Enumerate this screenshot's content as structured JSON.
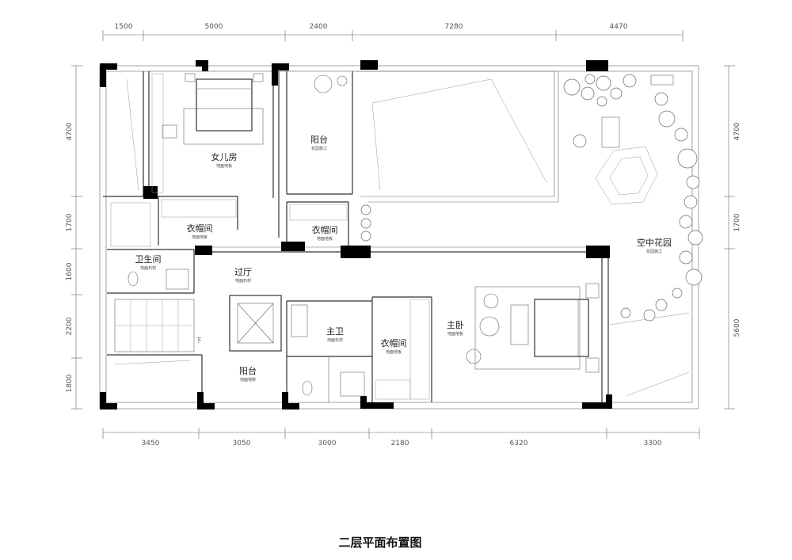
{
  "title": "二层平面布置图",
  "dimensions": {
    "top": [
      "1500",
      "5000",
      "2400",
      "7280",
      "4470"
    ],
    "bottom": [
      "3450",
      "3050",
      "3000",
      "2180",
      "6320",
      "3300"
    ],
    "left": [
      "4700",
      "1700",
      "1600",
      "2200",
      "1800"
    ],
    "right": [
      "4700",
      "1700",
      "5600"
    ]
  },
  "rooms": {
    "daughter_room": {
      "name": "女儿房",
      "floor": "地面地板"
    },
    "balcony_top": {
      "name": "阳台",
      "floor": "花园施工"
    },
    "closet_left": {
      "name": "衣帽间",
      "floor": "地面地板"
    },
    "closet_mid": {
      "name": "衣帽间",
      "floor": "地面地板"
    },
    "bathroom": {
      "name": "卫生间",
      "floor": "地面石材"
    },
    "hall": {
      "name": "过厅",
      "floor": "地面石材"
    },
    "master_bath": {
      "name": "主卫",
      "floor": "地面石材"
    },
    "closet_master": {
      "name": "衣帽间",
      "floor": "地面地板"
    },
    "master_bedroom": {
      "name": "主卧",
      "floor": "地面地板"
    },
    "sky_garden": {
      "name": "空中花园",
      "floor": "花园施工"
    },
    "balcony_bottom": {
      "name": "阳台",
      "floor": "地面地砖"
    }
  },
  "stair_label": "下"
}
